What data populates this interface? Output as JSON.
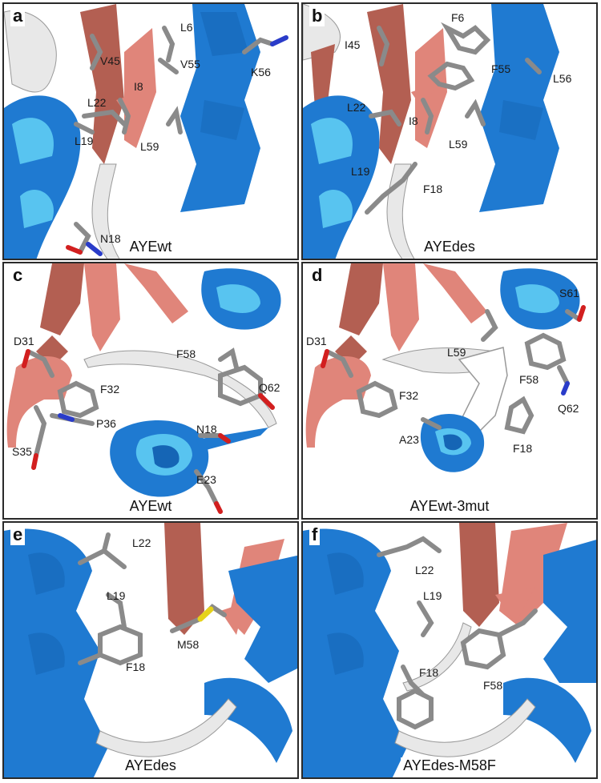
{
  "panels": [
    {
      "letter": "a",
      "caption": "AYEwt",
      "labels": [
        "L6",
        "V45",
        "V55",
        "K56",
        "L22",
        "I8",
        "L19",
        "L59",
        "N18"
      ]
    },
    {
      "letter": "b",
      "caption": "AYEdes",
      "labels": [
        "F6",
        "I45",
        "F55",
        "L56",
        "L22",
        "I8",
        "L59",
        "L19",
        "F18"
      ]
    },
    {
      "letter": "c",
      "caption": "AYEwt",
      "labels": [
        "D31",
        "F58",
        "F32",
        "Q62",
        "P36",
        "S35",
        "N18",
        "E23"
      ]
    },
    {
      "letter": "d",
      "caption": "AYEwt-3mut",
      "labels": [
        "S61",
        "D31",
        "L59",
        "F58",
        "F32",
        "Q62",
        "A23",
        "F18"
      ]
    },
    {
      "letter": "e",
      "caption": "AYEdes",
      "labels": [
        "L22",
        "L19",
        "M58",
        "F18"
      ]
    },
    {
      "letter": "f",
      "caption": "AYEdes-M58F",
      "labels": [
        "L22",
        "L19",
        "F58",
        "F18"
      ]
    }
  ],
  "colors": {
    "helix": "#1f7ad1",
    "helix_light": "#58c4f0",
    "strand": "#b35f52",
    "strand_light": "#e0857a",
    "loop": "#e8e8e8",
    "stick": "#8a8a8a",
    "oxygen": "#d21f1f",
    "nitrogen": "#2a3cc9",
    "sulfur": "#e6d21a"
  }
}
